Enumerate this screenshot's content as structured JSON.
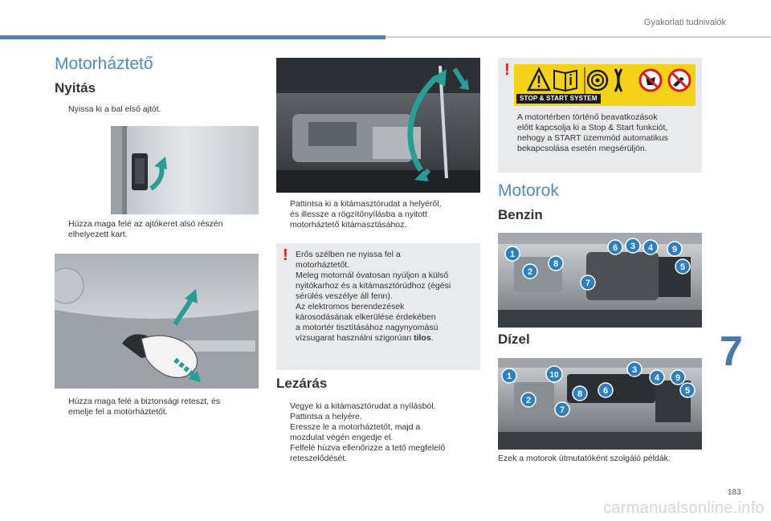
{
  "header": {
    "section": "Gyakorlati tudnivalók"
  },
  "chapter": {
    "number": "7"
  },
  "page": {
    "number": "183"
  },
  "hood": {
    "title": "Motorháztető",
    "opening": {
      "title": "Nyitás",
      "step1": "Nyissa ki a bal első ajtót.",
      "step2_l1": "Húzza maga felé az ajtókeret alsó részén",
      "step2_l2": "elhelyezett kart.",
      "step3_l1": "Húzza maga felé a biztonsági reteszt, és",
      "step3_l2": "emelje fel a motorháztetőt.",
      "step4_l1": "Pattintsa ki a kitámasztórudat a helyéről,",
      "step4_l2": "és illessze a rögzítőnyílásba a nyitott",
      "step4_l3": "motorháztető kitámasztásához."
    },
    "wind_warning": {
      "l1": "Erős szélben ne nyissa fel a",
      "l2": "motorháztetőt.",
      "l3": "Meleg motornál óvatosan nyúljon a külső",
      "l4": "nyitókarhoz és a kitámasztórúdhoz (égési",
      "l5": "sérülés veszélye áll fenn).",
      "l6": "Az elektromos berendezések",
      "l7": "károsodásának elkerülése érdekében",
      "l8": "a motortér tisztításához nagynyomású",
      "l9": "vízsugarat használni szigorúan ",
      "l9_bold": "tilos",
      "l9_end": "."
    },
    "closing": {
      "title": "Lezárás",
      "step1": "Vegye ki a kitámasztórudat a nyílásból.",
      "step2": "Pattintsa a helyére.",
      "step3_l1": "Eressze le a motorháztetőt, majd a",
      "step3_l2": "mozdulat végén engedje el.",
      "step4_l1": "Felfelé húzva ellenőrizze a tető megfelelő",
      "step4_l2": "reteszelődését."
    }
  },
  "stop_start": {
    "label": "STOP & START SYSTEM",
    "l1": "A motortérben történő beavatkozások",
    "l2": "előtt kapcsolja ki a Stop & Start funkciót,",
    "l3": "nehogy a START üzemmód automatikus",
    "l4": "bekapcsolása esetén megsérüljön."
  },
  "engines": {
    "title": "Motorok",
    "petrol": {
      "title": "Benzin",
      "markers": [
        "1",
        "2",
        "3",
        "4",
        "5",
        "6",
        "7",
        "8",
        "9"
      ]
    },
    "diesel": {
      "title": "Dízel",
      "markers": [
        "1",
        "2",
        "3",
        "4",
        "5",
        "6",
        "7",
        "8",
        "9",
        "10"
      ]
    },
    "caption": "Ezek a motorok útmutatóként szolgáló példák."
  },
  "bullet_glyph": "",
  "warning_glyph": "!",
  "watermark": "carmanualsonline.info",
  "colors": {
    "accent": "#4f8ac5",
    "teal_arrow": "#2a9c96",
    "warning_red": "#e0201c",
    "marker_blue": "#2f7fc0",
    "sticker_yellow": "#f4d21a"
  }
}
